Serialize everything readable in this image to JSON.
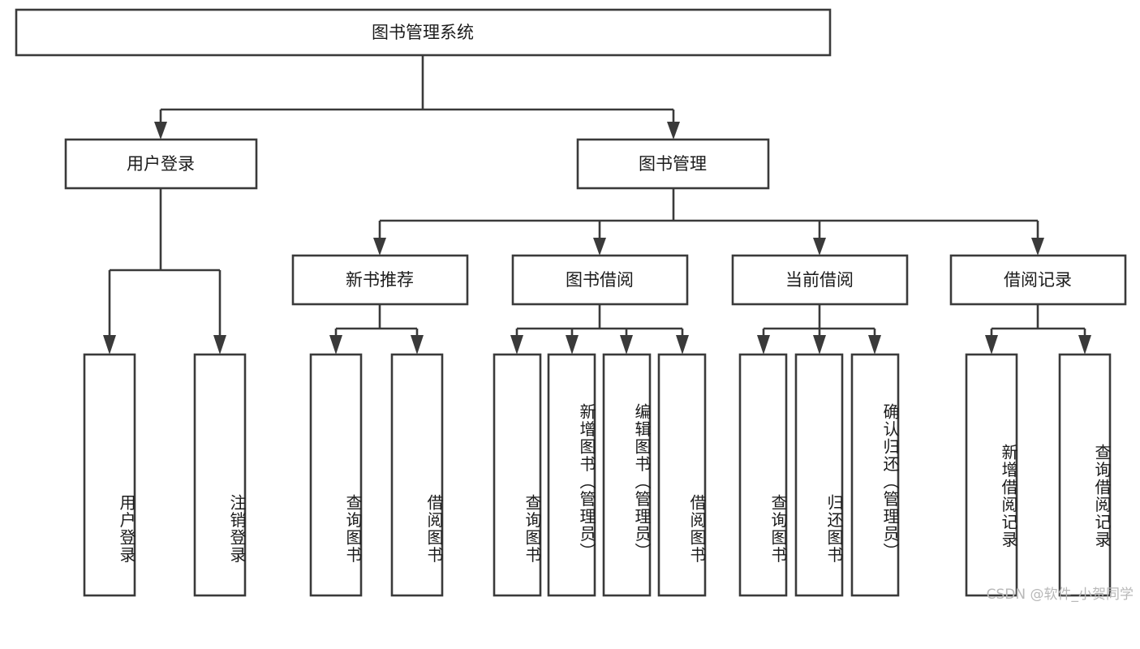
{
  "diagram": {
    "type": "tree-hierarchy",
    "title": "图书管理系统",
    "watermark": "CSDN @软件_小贺同学",
    "colors": {
      "stroke": "#3a3a3a",
      "box_fill": "#ffffff",
      "text": "#1b1b1b",
      "background": "#ffffff",
      "watermark": "#b8b8b8"
    },
    "root": {
      "label": "图书管理系统",
      "orientation": "horizontal"
    },
    "level2": [
      {
        "label": "用户登录",
        "orientation": "horizontal"
      },
      {
        "label": "图书管理",
        "orientation": "horizontal"
      }
    ],
    "level3": [
      {
        "label": "新书推荐",
        "orientation": "horizontal",
        "parent": "图书管理"
      },
      {
        "label": "图书借阅",
        "orientation": "horizontal",
        "parent": "图书管理"
      },
      {
        "label": "当前借阅",
        "orientation": "horizontal",
        "parent": "图书管理"
      },
      {
        "label": "借阅记录",
        "orientation": "horizontal",
        "parent": "图书管理"
      }
    ],
    "leaves": {
      "用户登录": [
        {
          "label": "用户登录",
          "orientation": "vertical"
        },
        {
          "label": "注销登录",
          "orientation": "vertical"
        }
      ],
      "新书推荐": [
        {
          "label": "查询图书",
          "orientation": "vertical"
        },
        {
          "label": "借阅图书",
          "orientation": "vertical"
        }
      ],
      "图书借阅": [
        {
          "label": "查询图书",
          "orientation": "vertical"
        },
        {
          "label": "新增图书（管理员）",
          "orientation": "vertical"
        },
        {
          "label": "编辑图书（管理员）",
          "orientation": "vertical"
        },
        {
          "label": "借阅图书",
          "orientation": "vertical"
        }
      ],
      "当前借阅": [
        {
          "label": "查询图书",
          "orientation": "vertical"
        },
        {
          "label": "归还图书",
          "orientation": "vertical"
        },
        {
          "label": "确认归还（管理员）",
          "orientation": "vertical"
        }
      ],
      "借阅记录": [
        {
          "label": "新增借阅记录",
          "orientation": "vertical"
        },
        {
          "label": "查询借阅记录",
          "orientation": "vertical"
        }
      ]
    }
  }
}
